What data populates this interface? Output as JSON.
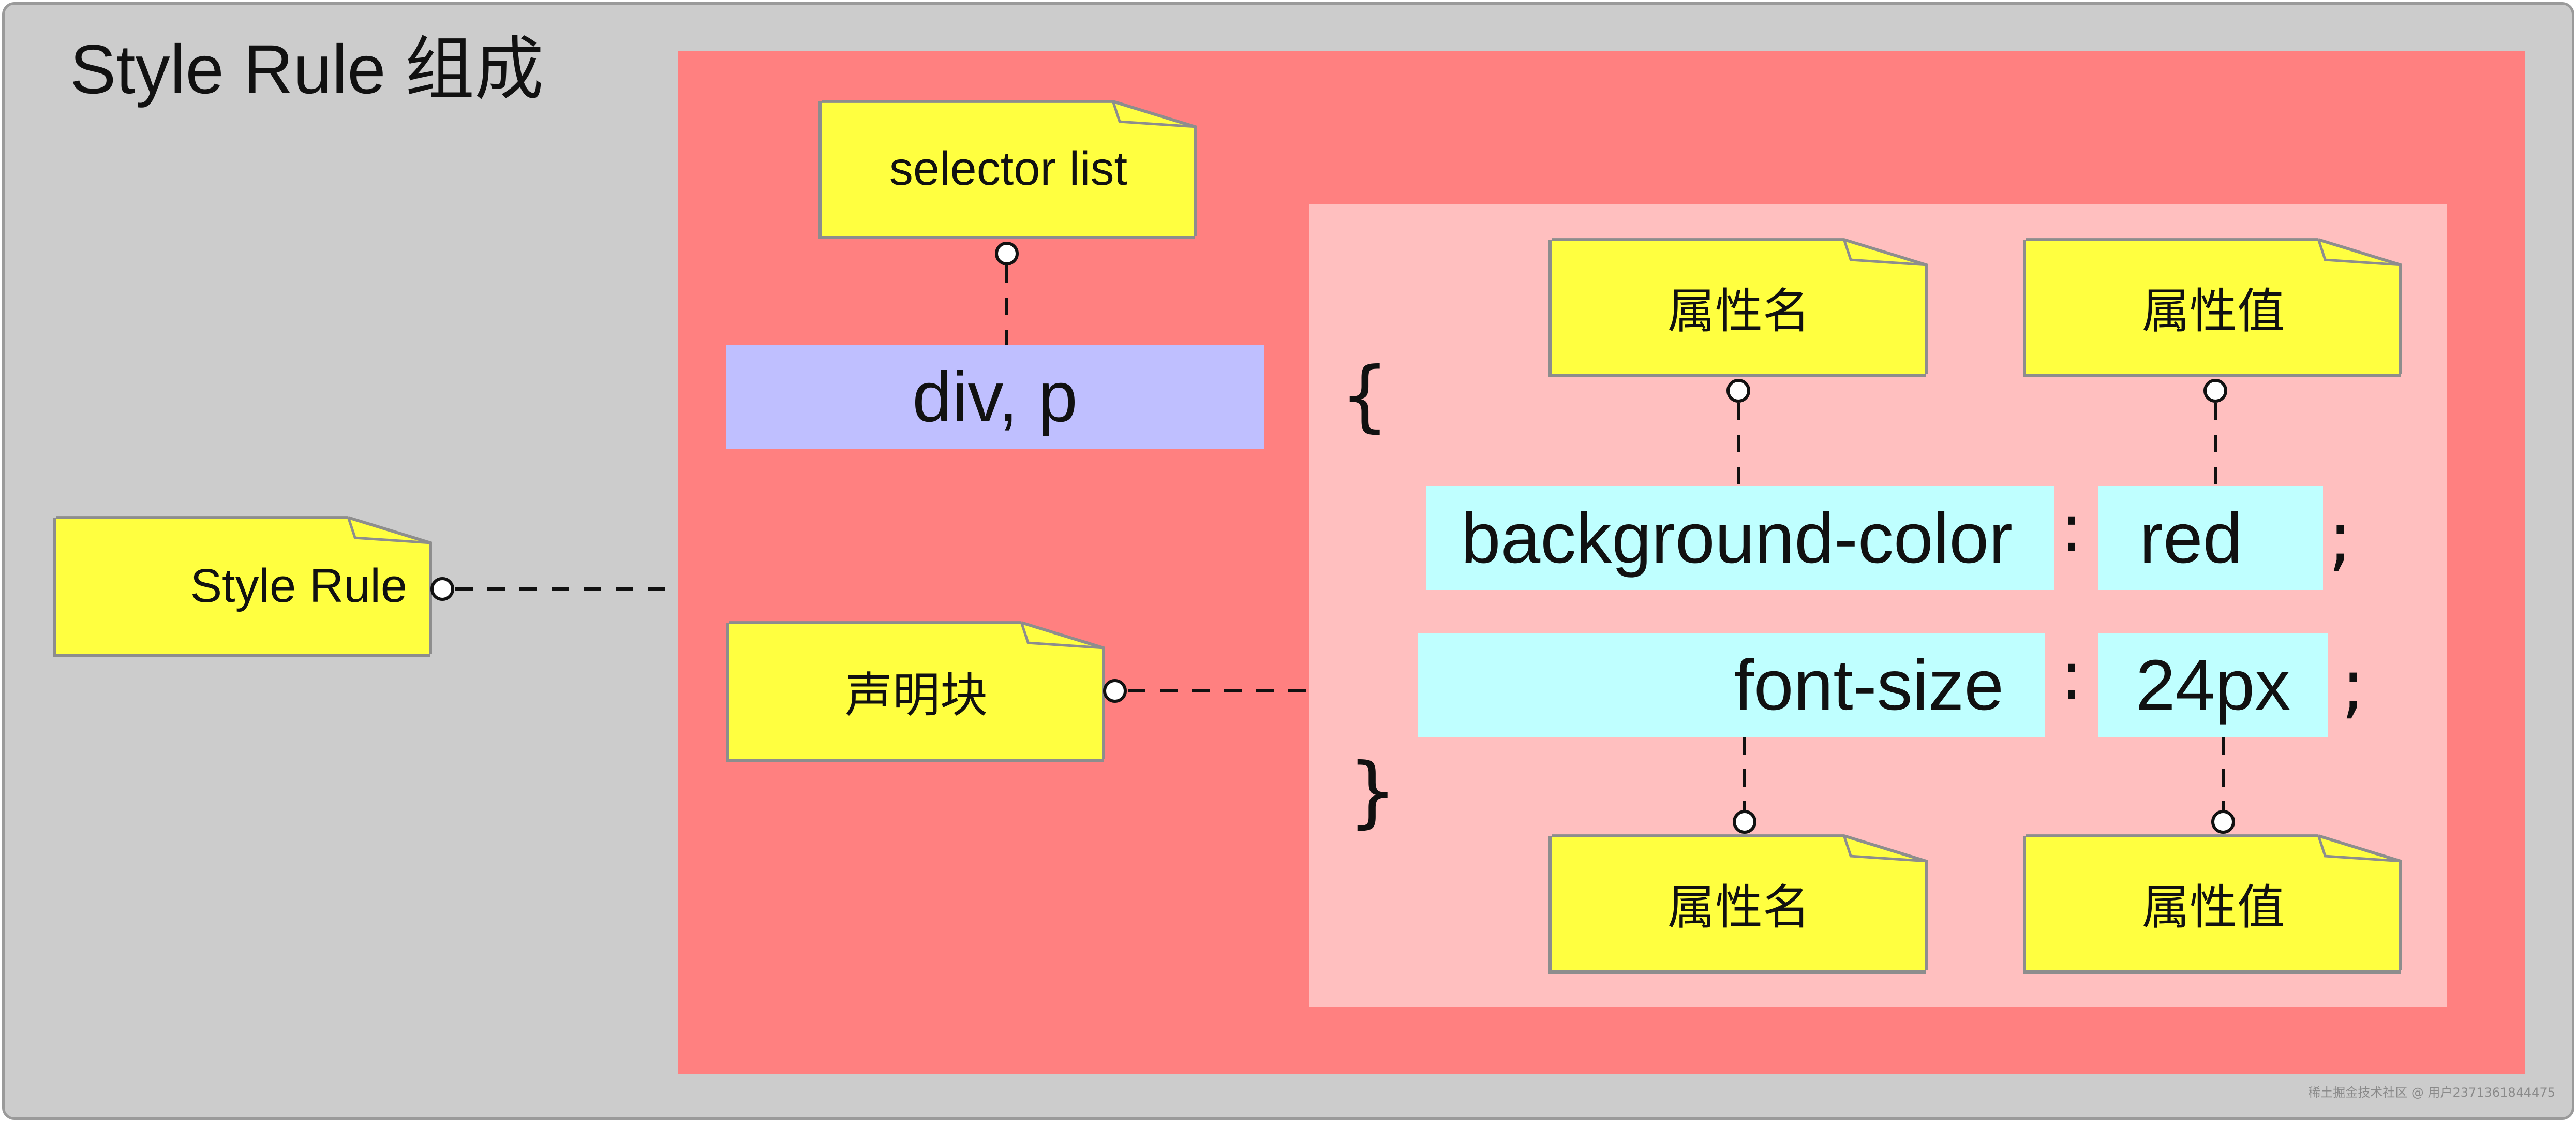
{
  "title": "Style Rule 组成",
  "notes": {
    "style_rule": "Style Rule",
    "selector_list": "selector list",
    "declaration_block": "声明块",
    "property_name_top": "属性名",
    "property_value_top": "属性值",
    "property_name_bottom": "属性名",
    "property_value_bottom": "属性值"
  },
  "selector": "div, p",
  "braces": {
    "open": "{",
    "close": "}"
  },
  "declarations": [
    {
      "property": "background-color",
      "colon": ":",
      "value": "red",
      "semicolon": ";"
    },
    {
      "property": "font-size",
      "colon": ":",
      "value": "24px",
      "semicolon": ";"
    }
  ],
  "watermark": "稀土掘金技术社区 @ 用户2371361844475",
  "colors": {
    "canvas": "#cccccc",
    "rule_box": "#ff8080",
    "declaration_box": "#ffbfbf",
    "note": "#ffff40",
    "selector": "#bfbfff",
    "declaration_part": "#bfffff"
  }
}
